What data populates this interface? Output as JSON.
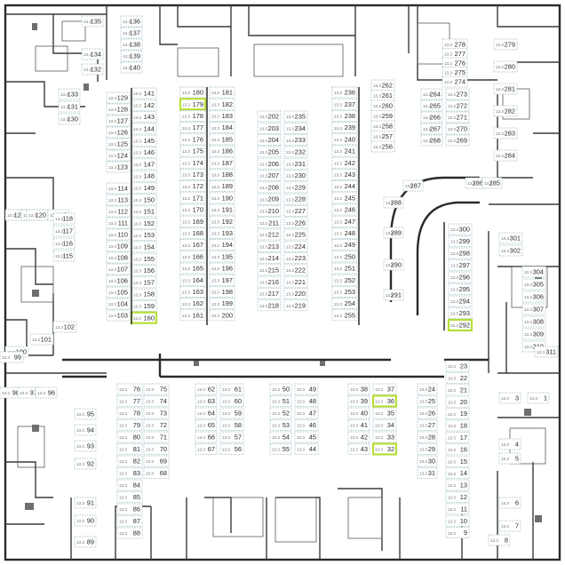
{
  "plan": {
    "slot_area_label": "13.3",
    "highlighted_slots": [
      "179",
      "160",
      "292",
      "36",
      "32"
    ],
    "accent_color": "#b6df3a",
    "slot_outline_color": "#9bbbc4",
    "wall_color": "#2a2a2a"
  },
  "blocks": [
    {
      "id": "b1",
      "numbers": [
        "136",
        "137",
        "138",
        "139",
        "140"
      ]
    },
    {
      "id": "b2",
      "numbers": [
        "135",
        "134",
        "132",
        "133",
        "131",
        "130"
      ]
    },
    {
      "id": "b3",
      "numbers": [
        "141",
        "142",
        "143",
        "144",
        "145",
        "146",
        "147",
        "148",
        "149",
        "150",
        "151",
        "152",
        "153",
        "154",
        "155",
        "156",
        "157",
        "158",
        "159",
        "160"
      ]
    },
    {
      "id": "b4",
      "numbers": [
        "129",
        "128",
        "127",
        "126",
        "125",
        "124",
        "123"
      ]
    },
    {
      "id": "b5",
      "numbers": [
        "114",
        "113",
        "112",
        "111",
        "110",
        "109",
        "108",
        "107",
        "106",
        "105",
        "104",
        "103"
      ]
    },
    {
      "id": "b6",
      "numbers": [
        "180",
        "179",
        "178",
        "177",
        "176",
        "175",
        "174",
        "173",
        "172",
        "171",
        "170",
        "169",
        "168",
        "167",
        "166",
        "165",
        "164",
        "163",
        "162",
        "161"
      ]
    },
    {
      "id": "b7",
      "numbers": [
        "181",
        "182",
        "183",
        "184",
        "185",
        "186",
        "187",
        "188",
        "189",
        "190",
        "191",
        "192",
        "193",
        "194",
        "195",
        "196",
        "197",
        "198",
        "199",
        "200"
      ]
    },
    {
      "id": "b8",
      "numbers": [
        "202",
        "203",
        "204",
        "205",
        "206",
        "207",
        "208",
        "209",
        "210",
        "211",
        "212",
        "213",
        "214",
        "215",
        "216",
        "217",
        "218"
      ]
    },
    {
      "id": "b9",
      "numbers": [
        "235",
        "234",
        "233",
        "232",
        "231",
        "230",
        "229",
        "228",
        "227",
        "226",
        "225",
        "224",
        "223",
        "222",
        "221",
        "220",
        "219"
      ]
    },
    {
      "id": "b10",
      "numbers": [
        "236",
        "237",
        "238",
        "239",
        "240",
        "241",
        "242",
        "243",
        "244",
        "245",
        "246",
        "247",
        "248",
        "249",
        "250",
        "251",
        "252",
        "253",
        "254",
        "255"
      ]
    },
    {
      "id": "b11",
      "numbers": [
        "262",
        "261",
        "260",
        "259",
        "258",
        "257",
        "256"
      ]
    },
    {
      "id": "b12",
      "numbers": [
        "264",
        "265",
        "266",
        "267",
        "268"
      ]
    },
    {
      "id": "b13",
      "numbers": [
        "273",
        "272",
        "271",
        "270",
        "269"
      ]
    },
    {
      "id": "b14",
      "numbers": [
        "278",
        "277",
        "276",
        "275",
        "274"
      ]
    },
    {
      "id": "b15",
      "numbers": [
        "279",
        "280",
        "281",
        "282",
        "283",
        "284"
      ]
    },
    {
      "id": "b16",
      "numbers": [
        "287",
        "286",
        "285",
        "288",
        "289",
        "290",
        "291"
      ]
    },
    {
      "id": "b17",
      "numbers": [
        "300",
        "299",
        "298",
        "297",
        "296",
        "295",
        "294",
        "293",
        "292"
      ]
    },
    {
      "id": "b18",
      "numbers": [
        "301",
        "302",
        "304",
        "305",
        "306",
        "307",
        "308",
        "309",
        "310",
        "311"
      ]
    },
    {
      "id": "b19",
      "numbers": [
        "122",
        "121",
        "120",
        "119",
        "118",
        "117",
        "116",
        "115"
      ]
    },
    {
      "id": "b20",
      "numbers": [
        "102",
        "101",
        "100",
        "99"
      ]
    },
    {
      "id": "b21",
      "numbers": [
        "76",
        "77",
        "78",
        "79",
        "80",
        "81",
        "82",
        "83",
        "84",
        "85",
        "86",
        "87",
        "88"
      ]
    },
    {
      "id": "b22",
      "numbers": [
        "75",
        "74",
        "73",
        "72",
        "71",
        "70",
        "69",
        "68"
      ]
    },
    {
      "id": "b23",
      "numbers": [
        "62",
        "63",
        "64",
        "65",
        "66",
        "67"
      ]
    },
    {
      "id": "b24",
      "numbers": [
        "61",
        "60",
        "59",
        "58",
        "57",
        "56"
      ]
    },
    {
      "id": "b25",
      "numbers": [
        "50",
        "51",
        "52",
        "53",
        "54",
        "55"
      ]
    },
    {
      "id": "b26",
      "numbers": [
        "49",
        "48",
        "47",
        "46",
        "45",
        "44"
      ]
    },
    {
      "id": "b27",
      "numbers": [
        "38",
        "39",
        "40",
        "41",
        "42",
        "43"
      ]
    },
    {
      "id": "b28",
      "numbers": [
        "37",
        "36",
        "35",
        "34",
        "33",
        "32"
      ]
    },
    {
      "id": "b29",
      "numbers": [
        "24",
        "25",
        "26",
        "27",
        "28",
        "29",
        "30",
        "31"
      ]
    },
    {
      "id": "b30",
      "numbers": [
        "23",
        "22",
        "21",
        "20",
        "19",
        "18",
        "17",
        "16",
        "15",
        "14",
        "13",
        "12",
        "11",
        "10",
        "9"
      ]
    },
    {
      "id": "b31",
      "numbers": [
        "98",
        "97",
        "96",
        "95",
        "94",
        "93",
        "92",
        "91",
        "90",
        "89"
      ]
    },
    {
      "id": "b32",
      "numbers": [
        "3",
        "1",
        "4",
        "5",
        "6",
        "7",
        "8"
      ]
    }
  ]
}
